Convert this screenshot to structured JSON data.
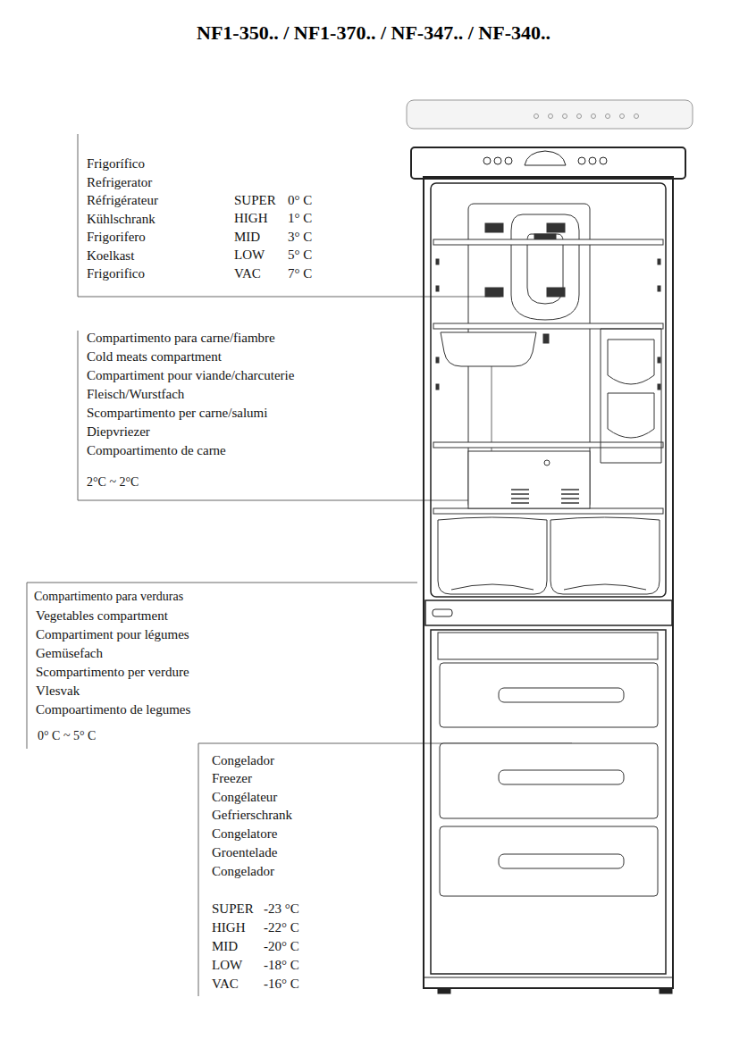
{
  "diagram": {
    "title": "NF1-350.. / NF1-370.. / NF-347.. / NF-340..",
    "labels": [
      "Frigorífico",
      "Refrigerator",
      "Réfrigérateur",
      "Kühlschrank",
      "Frigorifero",
      "Koelkast",
      "Frigorifico",
      "SUPER",
      "0° C",
      "HIGH",
      "1° C",
      "MID",
      "3° C",
      "LOW",
      "5° C",
      "VAC",
      "7° C",
      "Compartimento para carne/fiambre",
      "Cold meats compartment",
      "Compartiment pour viande/charcuterie",
      "Fleisch/Wurstfach",
      "Scompartimento per carne/salumi",
      "Diepvriezer",
      "Compoartimento de carne",
      "2°C ~ 2°C",
      "Compartimento para verduras",
      "Vegetables compartment",
      "Compartiment pour légumes",
      "Gemüsefach",
      "Scompartimento per verdure",
      "Vlesvak",
      "Compoartimento de legumes",
      "0° C ~ 5° C",
      "Congelador",
      "Freezer",
      "Congélateur",
      "Gefrierschrank",
      "Congelatore",
      "Groentelade",
      "Congelador",
      "SUPER",
      "-23 °C",
      "HIGH",
      "-22° C",
      "MID",
      "-20° C",
      "LOW",
      "-18° C",
      "VAC",
      "-16° C"
    ]
  }
}
